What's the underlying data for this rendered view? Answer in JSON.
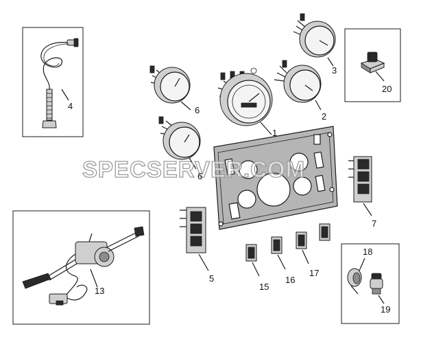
{
  "watermark": "SPECSERVER.COM",
  "parts": [
    {
      "id": "p1",
      "label": "1"
    },
    {
      "id": "p2",
      "label": "2"
    },
    {
      "id": "p3",
      "label": "3"
    },
    {
      "id": "p4",
      "label": "4"
    },
    {
      "id": "p5",
      "label": "5"
    },
    {
      "id": "p6a",
      "label": "6"
    },
    {
      "id": "p6b",
      "label": "6"
    },
    {
      "id": "p7",
      "label": "7"
    },
    {
      "id": "p13",
      "label": "13"
    },
    {
      "id": "p15",
      "label": "15"
    },
    {
      "id": "p16",
      "label": "16"
    },
    {
      "id": "p17",
      "label": "17"
    },
    {
      "id": "p18",
      "label": "18"
    },
    {
      "id": "p19",
      "label": "19"
    },
    {
      "id": "p20",
      "label": "20"
    }
  ]
}
